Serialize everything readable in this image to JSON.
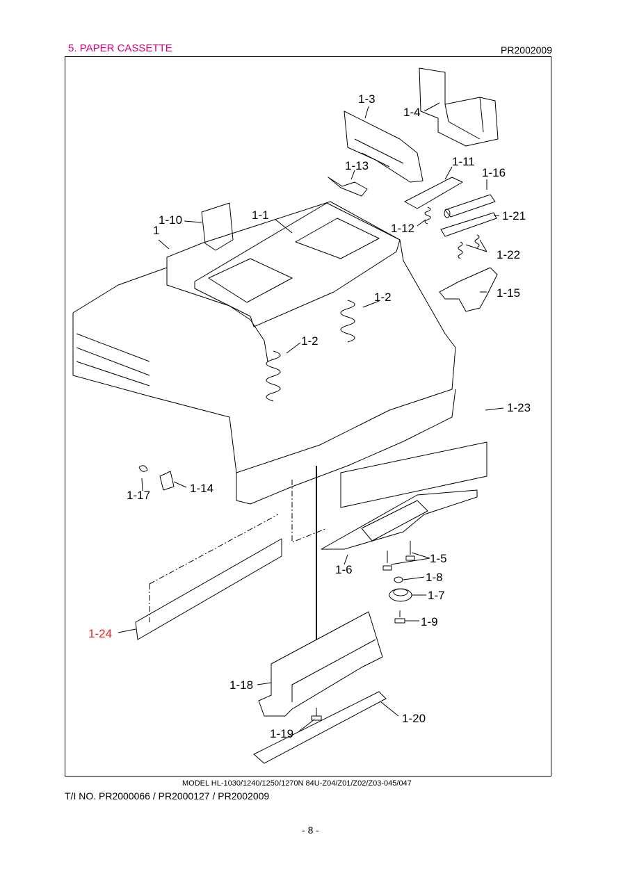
{
  "header": {
    "section_title": "5. PAPER CASSETTE",
    "doc_id": "PR2002009",
    "title_color": "#d6007a"
  },
  "callouts": [
    {
      "id": "1-3",
      "text": "1-3"
    },
    {
      "id": "1-4",
      "text": "1-4"
    },
    {
      "id": "1-13",
      "text": "1-13"
    },
    {
      "id": "1-11",
      "text": "1-11"
    },
    {
      "id": "1-16",
      "text": "1-16"
    },
    {
      "id": "1-10",
      "text": "1-10"
    },
    {
      "id": "1",
      "text": "1"
    },
    {
      "id": "1-1",
      "text": "1-1"
    },
    {
      "id": "1-12",
      "text": "1-12"
    },
    {
      "id": "1-21",
      "text": "1-21"
    },
    {
      "id": "1-22",
      "text": "1-22"
    },
    {
      "id": "1-15",
      "text": "1-15"
    },
    {
      "id": "1-2a",
      "text": "1-2"
    },
    {
      "id": "1-2b",
      "text": "1-2"
    },
    {
      "id": "1-23",
      "text": "1-23"
    },
    {
      "id": "1-14",
      "text": "1-14"
    },
    {
      "id": "1-17",
      "text": "1-17"
    },
    {
      "id": "1-5",
      "text": "1-5"
    },
    {
      "id": "1-6",
      "text": "1-6"
    },
    {
      "id": "1-8",
      "text": "1-8"
    },
    {
      "id": "1-7",
      "text": "1-7"
    },
    {
      "id": "1-9",
      "text": "1-9"
    },
    {
      "id": "1-24",
      "text": "1-24",
      "color": "#ee1c1c"
    },
    {
      "id": "1-18",
      "text": "1-18"
    },
    {
      "id": "1-20",
      "text": "1-20"
    },
    {
      "id": "1-19",
      "text": "1-19"
    }
  ],
  "footer": {
    "model": "MODEL    HL-1030/1240/1250/1270N   84U-Z04/Z01/Z02/Z03-045/047",
    "ti_no": "T/I NO. PR2000066 / PR2000127 / PR2002009",
    "page": "- 8 -"
  }
}
